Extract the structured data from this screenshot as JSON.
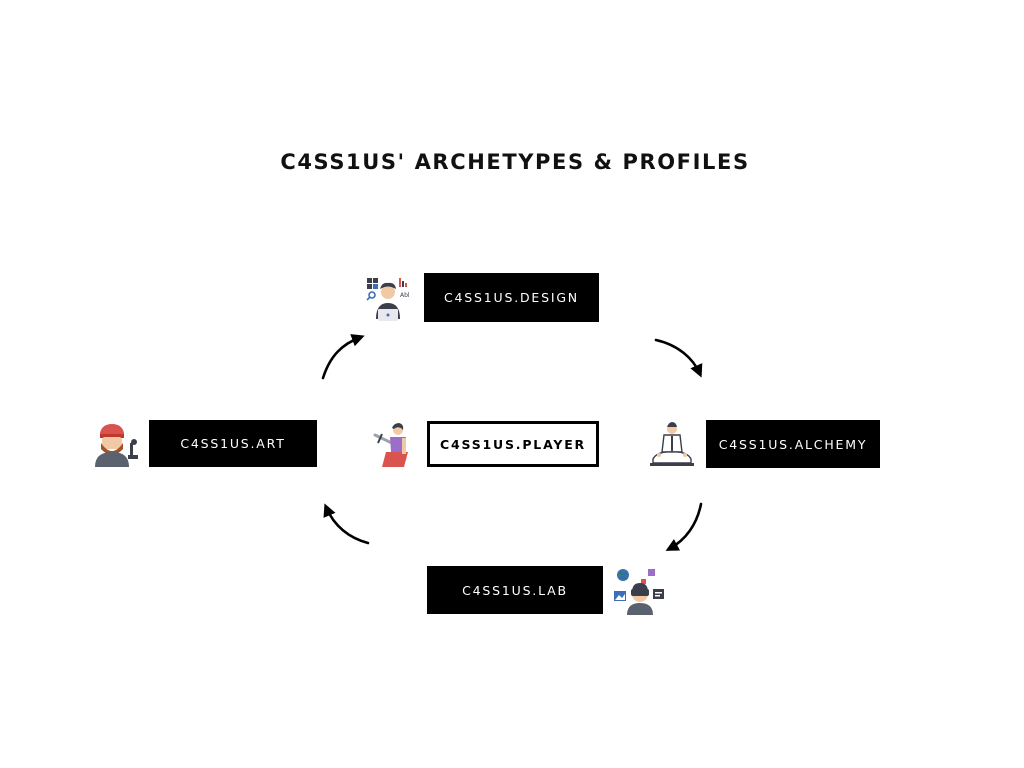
{
  "title": "C4SS1US' ARCHETYPES & PROFILES",
  "nodes": {
    "design": {
      "label": "C4SS1US.DESIGN",
      "icon": "designer-icon"
    },
    "alchemy": {
      "label": "C4SS1US.ALCHEMY",
      "icon": "meditation-icon"
    },
    "lab": {
      "label": "C4SS1US.LAB",
      "icon": "vr-headset-icon"
    },
    "art": {
      "label": "C4SS1US.ART",
      "icon": "artist-icon"
    },
    "player": {
      "label": "C4SS1US.PLAYER",
      "icon": "swordsman-icon"
    }
  },
  "colors": {
    "box_fill": "#000000",
    "box_text": "#ffffff",
    "arrow": "#000000",
    "skin": "#f2c9a5",
    "hair_dark": "#3a3f4b",
    "accent_blue": "#3b6fb6",
    "accent_red": "#d9534f",
    "accent_purple": "#9b6fc9",
    "beard_brown": "#a0522d"
  }
}
